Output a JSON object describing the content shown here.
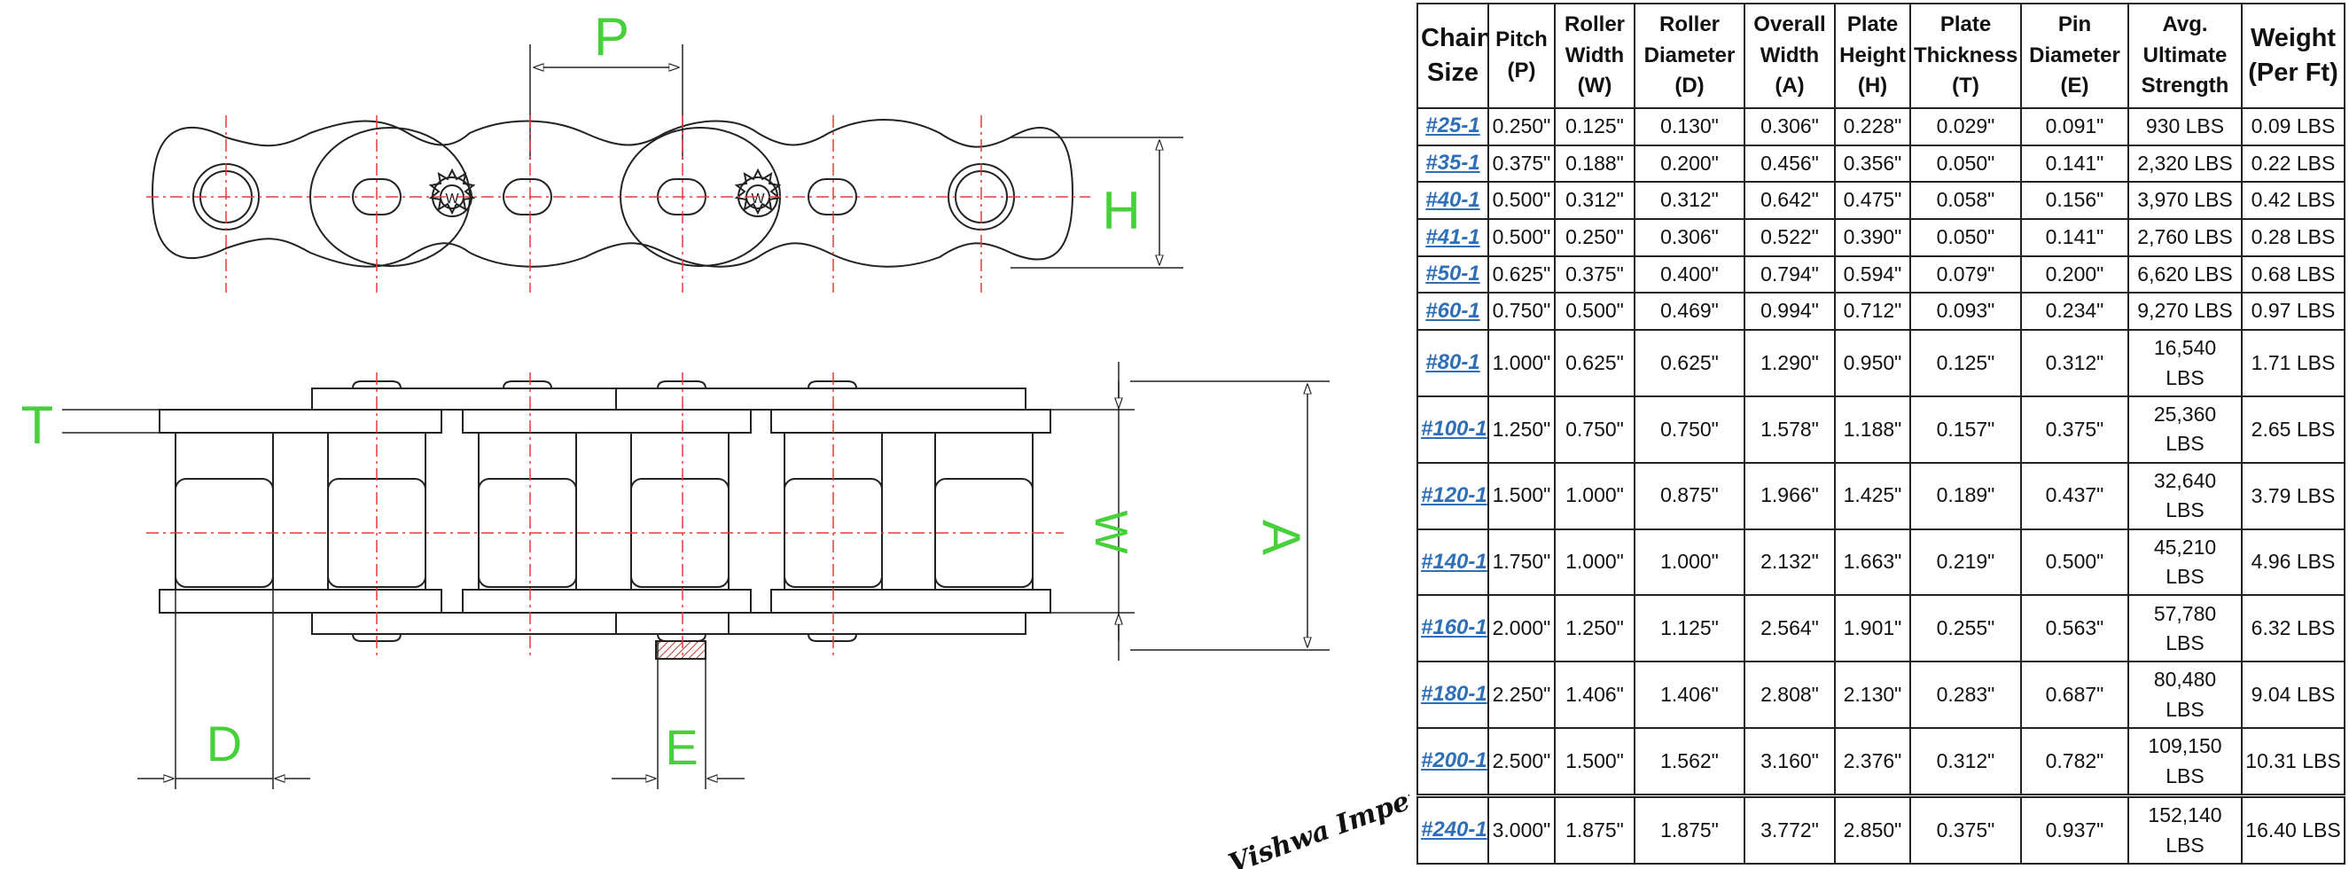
{
  "diagram": {
    "labels": {
      "pitch": "P",
      "plate_height": "H",
      "plate_thickness": "T",
      "roller_width": "W",
      "overall_width": "A",
      "roller_diameter": "D",
      "pin_diameter": "E"
    },
    "label_color": "#46d13a",
    "centerline_color": "#e83a3a",
    "logo_text": "Vishwa Impex"
  },
  "table": {
    "headers": [
      "Chain Size",
      "Pitch (P)",
      "Roller Width (W)",
      "Roller Diameter (D)",
      "Overall Width (A)",
      "Plate Height (H)",
      "Plate Thickness (T)",
      "Pin Diameter (E)",
      "Avg. Ultimate Strength",
      "Weight (Per Ft)"
    ],
    "link_color": "#2f6fb8",
    "rows": [
      [
        "#25-1",
        "0.250\"",
        "0.125\"",
        "0.130\"",
        "0.306\"",
        "0.228\"",
        "0.029\"",
        "0.091\"",
        "930 LBS",
        "0.09 LBS"
      ],
      [
        "#35-1",
        "0.375\"",
        "0.188\"",
        "0.200\"",
        "0.456\"",
        "0.356\"",
        "0.050\"",
        "0.141\"",
        "2,320 LBS",
        "0.22 LBS"
      ],
      [
        "#40-1",
        "0.500\"",
        "0.312\"",
        "0.312\"",
        "0.642\"",
        "0.475\"",
        "0.058\"",
        "0.156\"",
        "3,970 LBS",
        "0.42 LBS"
      ],
      [
        "#41-1",
        "0.500\"",
        "0.250\"",
        "0.306\"",
        "0.522\"",
        "0.390\"",
        "0.050\"",
        "0.141\"",
        "2,760 LBS",
        "0.28 LBS"
      ],
      [
        "#50-1",
        "0.625\"",
        "0.375\"",
        "0.400\"",
        "0.794\"",
        "0.594\"",
        "0.079\"",
        "0.200\"",
        "6,620 LBS",
        "0.68 LBS"
      ],
      [
        "#60-1",
        "0.750\"",
        "0.500\"",
        "0.469\"",
        "0.994\"",
        "0.712\"",
        "0.093\"",
        "0.234\"",
        "9,270 LBS",
        "0.97 LBS"
      ],
      [
        "#80-1",
        "1.000\"",
        "0.625\"",
        "0.625\"",
        "1.290\"",
        "0.950\"",
        "0.125\"",
        "0.312\"",
        "16,540 LBS",
        "1.71 LBS"
      ],
      [
        "#100-1",
        "1.250\"",
        "0.750\"",
        "0.750\"",
        "1.578\"",
        "1.188\"",
        "0.157\"",
        "0.375\"",
        "25,360 LBS",
        "2.65 LBS"
      ],
      [
        "#120-1",
        "1.500\"",
        "1.000\"",
        "0.875\"",
        "1.966\"",
        "1.425\"",
        "0.189\"",
        "0.437\"",
        "32,640 LBS",
        "3.79 LBS"
      ],
      [
        "#140-1",
        "1.750\"",
        "1.000\"",
        "1.000\"",
        "2.132\"",
        "1.663\"",
        "0.219\"",
        "0.500\"",
        "45,210 LBS",
        "4.96 LBS"
      ],
      [
        "#160-1",
        "2.000\"",
        "1.250\"",
        "1.125\"",
        "2.564\"",
        "1.901\"",
        "0.255\"",
        "0.563\"",
        "57,780 LBS",
        "6.32 LBS"
      ],
      [
        "#180-1",
        "2.250\"",
        "1.406\"",
        "1.406\"",
        "2.808\"",
        "2.130\"",
        "0.283\"",
        "0.687\"",
        "80,480 LBS",
        "9.04 LBS"
      ],
      [
        "#200-1",
        "2.500\"",
        "1.500\"",
        "1.562\"",
        "3.160\"",
        "2.376\"",
        "0.312\"",
        "0.782\"",
        "109,150 LBS",
        "10.31 LBS"
      ],
      [
        "#240-1",
        "3.000\"",
        "1.875\"",
        "1.875\"",
        "3.772\"",
        "2.850\"",
        "0.375\"",
        "0.937\"",
        "152,140 LBS",
        "16.40 LBS"
      ]
    ]
  }
}
